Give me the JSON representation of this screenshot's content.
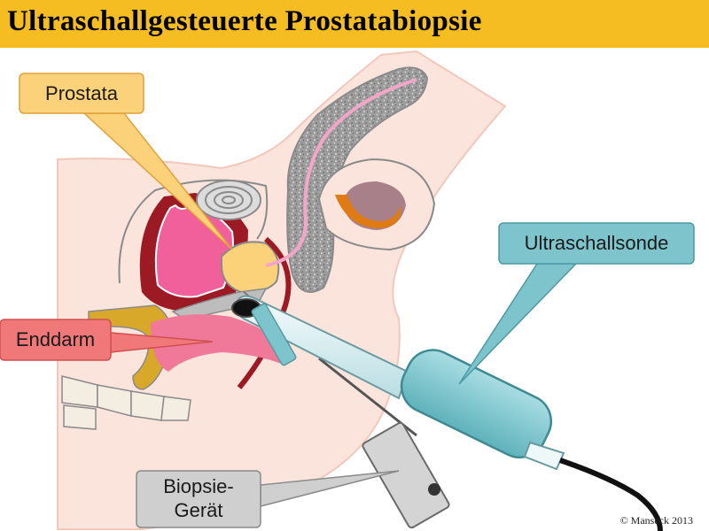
{
  "title": "Ultraschallgesteuerte Prostatabiopsie",
  "labels": {
    "prostata": "Prostata",
    "ultraschallsonde": "Ultraschallsonde",
    "enddarm": "Enddarm",
    "biopsie_line1": "Biopsie-",
    "biopsie_line2": "Gerät"
  },
  "copyright": "© Manseck 2013",
  "colors": {
    "title_bar": "#f5bd22",
    "prostata_callout": "#fbd27a",
    "ultraschall_callout": "#7ec4cc",
    "enddarm_callout": "#f07878",
    "biopsie_callout": "#cfcfcf",
    "skin": "#fbe4dc"
  }
}
